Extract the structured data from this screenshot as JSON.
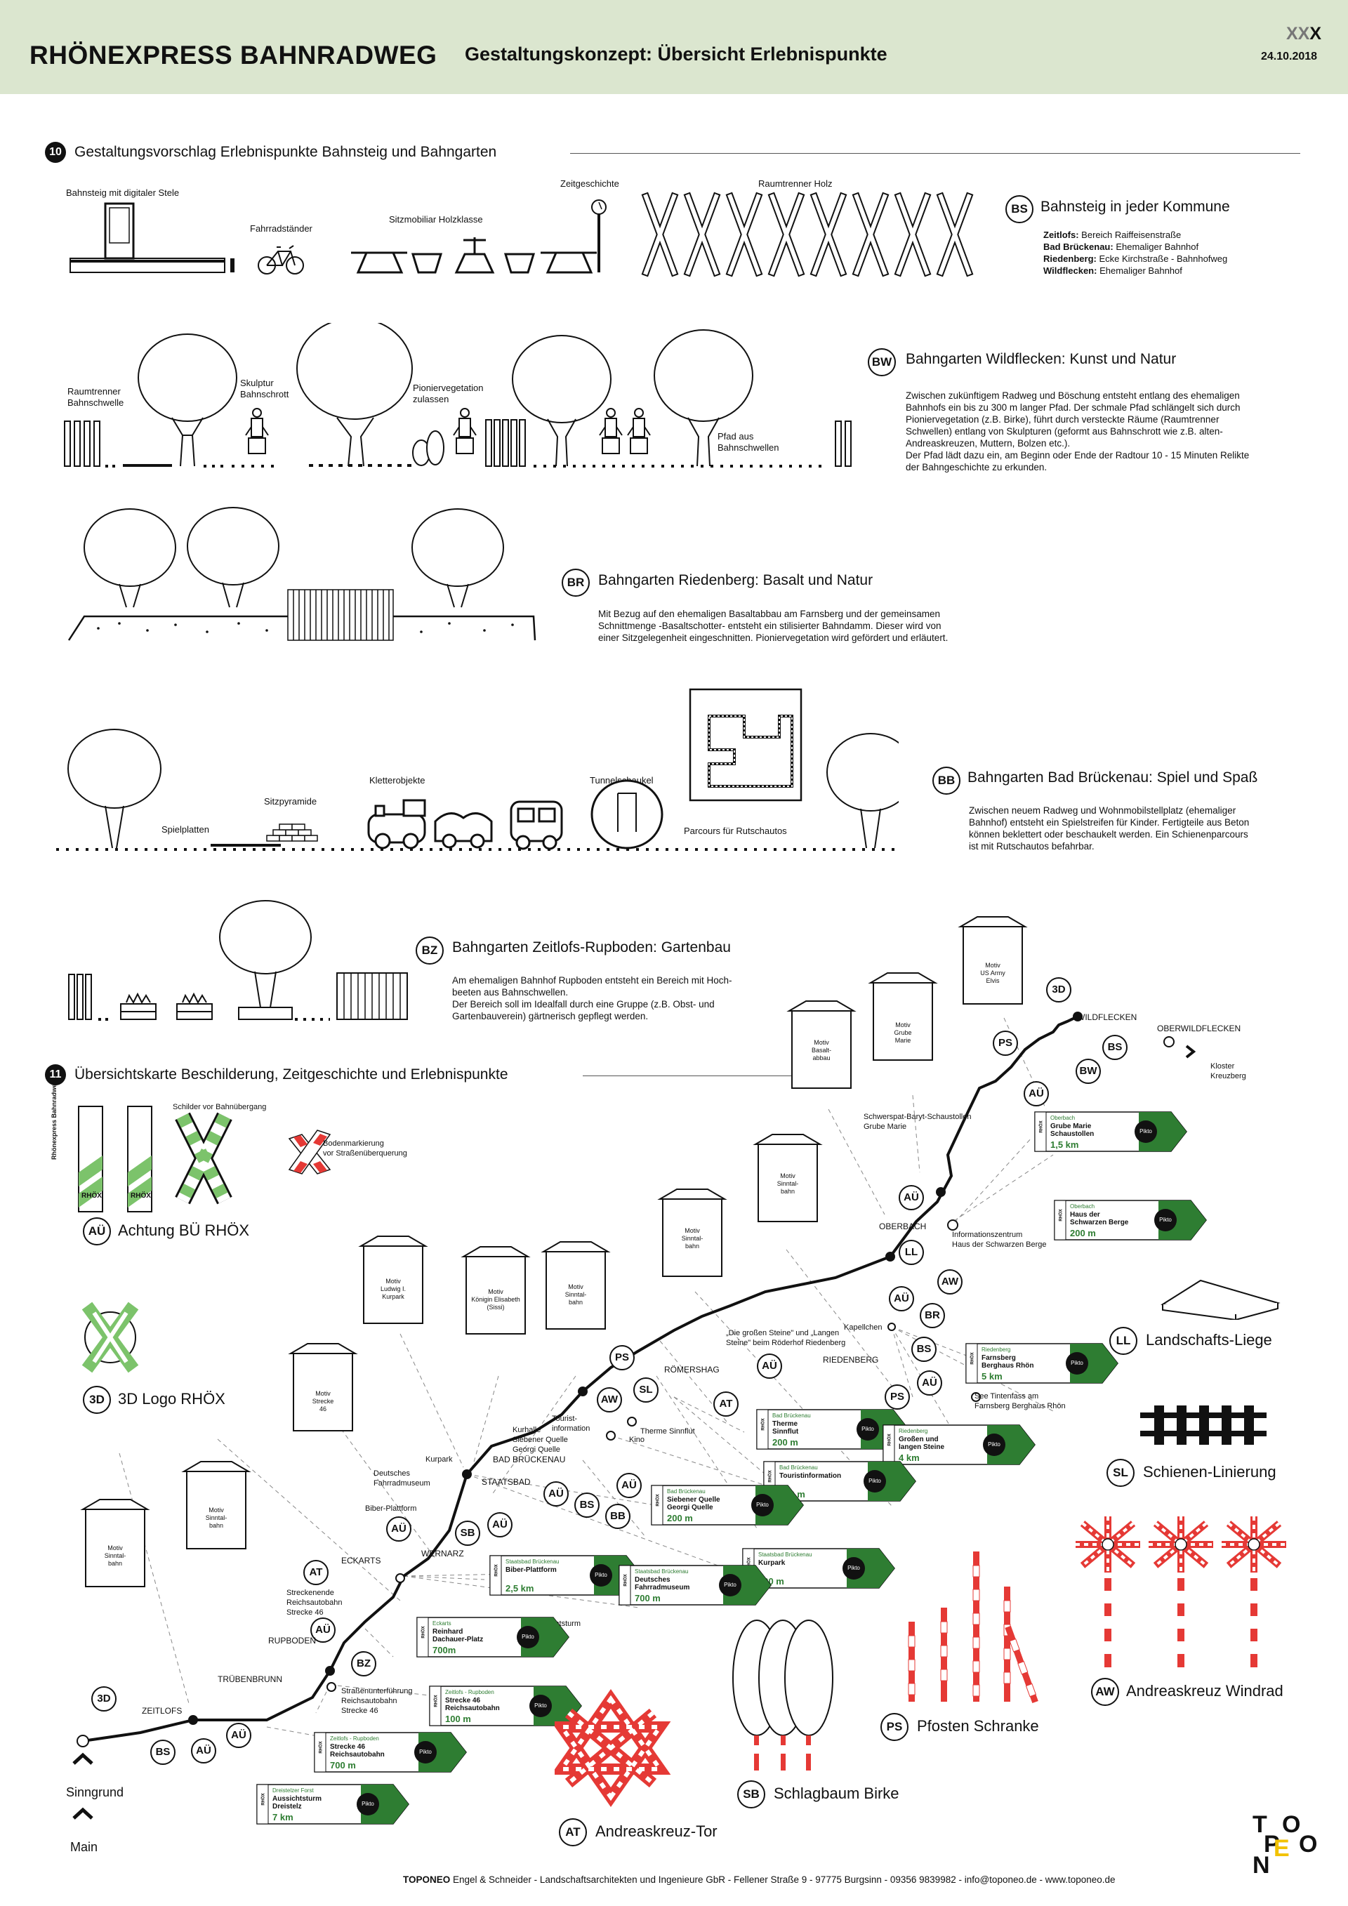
{
  "header": {
    "title": "RHÖNEXPRESS BAHNRADWEG",
    "subtitle": "Gestaltungskonzept: Übersicht Erlebnispunkte",
    "xxx_gray": "XX",
    "xxx_black": "X",
    "date": "24.10.2018"
  },
  "section10": {
    "number": "10",
    "title": "Gestaltungsvorschlag Erlebnispunkte Bahnsteig und Bahngarten",
    "labels": {
      "bahnsteig": "Bahnsteig mit digitaler Stele",
      "fahrrad": "Fahrradständer",
      "sitz": "Sitzmobiliar Holzklasse",
      "zeit": "Zeitgeschichte",
      "raum": "Raumtrenner Holz"
    },
    "bs": {
      "badge": "BS",
      "title": "Bahnsteig in jeder Kommune",
      "lines": [
        {
          "bold": "Zeitlofs:",
          "text": " Bereich Raiffeisenstraße"
        },
        {
          "bold": "Bad Brückenau:",
          "text": " Ehemaliger Bahnhof"
        },
        {
          "bold": "Riedenberg:",
          "text": " Ecke Kirchstraße - Bahnhofweg"
        },
        {
          "bold": "Wildflecken:",
          "text": " Ehemaliger Bahnhof"
        }
      ]
    },
    "bw": {
      "badge": "BW",
      "title": "Bahngarten Wildflecken: Kunst und Natur",
      "label_raum1": "Raumtrenner",
      "label_raum2": "Bahnschwelle",
      "label_skulptur1": "Skulptur",
      "label_skulptur2": "Bahnschrott",
      "label_pionier1": "Pioniervegetation",
      "label_pionier2": "zulassen",
      "label_pfad1": "Pfad aus",
      "label_pfad2": "Bahnschwellen",
      "text": [
        "Zwischen zukünftigem Radweg und Böschung entsteht entlang des ehemaligen",
        "Bahnhofs ein bis zu 300 m langer Pfad. Der schmale Pfad schlängelt sich durch",
        "Pioniervegetation (z.B. Birke), führt durch versteckte Räume (Raumtrenner",
        "Schwellen) entlang von Skulpturen (geformt aus Bahnschrott wie z.B. alten-",
        "Andreaskreuzen, Muttern, Bolzen etc.).",
        "Der Pfad lädt dazu ein, am Beginn oder Ende der Radtour 10 - 15 Minuten Relikte",
        "der Bahngeschichte zu erkunden."
      ]
    },
    "br": {
      "badge": "BR",
      "title": "Bahngarten Riedenberg: Basalt und Natur",
      "text": [
        "Mit Bezug auf den ehemaligen Basaltabbau am Farnsberg und der gemeinsamen",
        "Schnittmenge -Basaltschotter- entsteht ein stilisierter Bahndamm. Dieser wird von",
        "einer Sitzgelegenheit eingeschnitten. Pioniervegetation wird gefördert und erläutert."
      ]
    },
    "bb": {
      "badge": "BB",
      "title": "Bahngarten Bad Brückenau: Spiel und Spaß",
      "label_spielplatten": "Spielplatten",
      "label_sitzpyramide": "Sitzpyramide",
      "label_kletter": "Kletterobjekte",
      "label_tunnel": "Tunnelschaukel",
      "label_parcours": "Parcours für Rutschautos",
      "text": [
        "Zwischen neuem Radweg und Wohnmobilstellplatz (ehemaliger",
        "Bahnhof) entsteht ein Spielstreifen für Kinder. Fertigteile aus Beton",
        "können beklettert oder beschaukelt werden. Ein Schienenparcours",
        "ist mit Rutschautos befahrbar."
      ]
    },
    "bz": {
      "badge": "BZ",
      "title": "Bahngarten Zeitlofs-Rupboden: Gartenbau",
      "text": [
        "Am ehemaligen Bahnhof Rupboden entsteht ein Bereich mit Hoch-",
        "beeten aus Bahnschwellen.",
        "Der Bereich soll im Idealfall durch eine Gruppe (z.B. Obst- und",
        "Gartenbauverein) gärtnerisch gepflegt werden."
      ]
    }
  },
  "section11": {
    "number": "11",
    "title": "Übersichtskarte Beschilderung, Zeitgeschichte und Erlebnispunkte",
    "schilder_label": "Schilder vor Bahnübergang",
    "boden_label1": "Bodenmarkierung",
    "boden_label2": "vor Straßenüberquerung",
    "post_text1": "Rhönexpress",
    "post_text2": "Bahnradweg",
    "post_brand": "RHÖX",
    "legend": {
      "au": {
        "badge": "AÜ",
        "text": "Achtung BÜ RHÖX"
      },
      "d3": {
        "badge": "3D",
        "text": "3D Logo RHÖX"
      },
      "ll": {
        "badge": "LL",
        "text": "Landschafts-Liege"
      },
      "sl": {
        "badge": "SL",
        "text": "Schienen-Linierung"
      },
      "aw": {
        "badge": "AW",
        "text": "Andreaskreuz Windrad"
      },
      "ps": {
        "badge": "PS",
        "text": "Pfosten Schranke"
      },
      "sb": {
        "badge": "SB",
        "text": "Schlagbaum Birke"
      },
      "at": {
        "badge": "AT",
        "text": "Andreaskreuz-Tor"
      }
    },
    "places": {
      "wildflecken": "WILDFLECKEN",
      "oberwildflecken": "OBERWILDFLECKEN",
      "kloster1": "Kloster",
      "kloster2": "Kreuzberg",
      "schwerspat1": "Schwerspat-Baryt-Schaustollen",
      "schwerspat2": "Grube Marie",
      "oberbach": "OBERBACH",
      "info1": "Informationszentrum",
      "info2": "Haus der Schwarzen Berge",
      "steine1": "„Die großen Steine\" und „Langen",
      "steine2": "Steine\" beim Röderhof Riedenberg",
      "kapelle": "Kapellchen",
      "riedenberg": "RIEDENBERG",
      "tintenfass1": "See Tintenfass am",
      "tintenfass2": "Farnsberg Berghaus Rhön",
      "roemershag": "RÖMERSHAG",
      "tourist1": "Tourist-",
      "tourist2": "information",
      "kurhalle1": "Kurhalle",
      "kurhalle2": "Siebener Quelle",
      "kurhalle3": "Georgi Quelle",
      "kino": "Kino",
      "therme": "Therme Sinnflut",
      "badbrueckenau": "BAD BRÜCKENAU",
      "kurpark": "Kurpark",
      "museum1": "Deutsches",
      "museum2": "Fahrradmuseum",
      "staatsbad": "STAATSBAD",
      "biber": "Biber-Plattform",
      "wernarz": "WERNARZ",
      "eckarts": "ECKARTS",
      "strecke1": "Streckenende",
      "strecke2": "Reichsautobahn",
      "strecke3": "Strecke 46",
      "rupboden": "RUPBODEN",
      "truebenbrunn": "TRÜBENBRUNN",
      "zeitlofs": "ZEITLOFS",
      "strassen1": "Straßenunterführung",
      "strassen2": "Reichsautobahn",
      "strassen3": "Strecke 46",
      "aussicht1": "Aussichtsturm",
      "aussicht2": "Dreistelz",
      "sinngrund": "Sinngrund",
      "main": "Main"
    },
    "huts": [
      {
        "motiv": "Motiv",
        "name1": "US Army",
        "name2": "Elvis"
      },
      {
        "motiv": "Motiv",
        "name1": "Grube",
        "name2": "Marie"
      },
      {
        "motiv": "Motiv",
        "name1": "Basalt-",
        "name2": "abbau"
      },
      {
        "motiv": "Motiv",
        "name1": "Sinntal-",
        "name2": "bahn"
      },
      {
        "motiv": "Motiv",
        "name1": "Sinntal-",
        "name2": "bahn"
      },
      {
        "motiv": "Motiv",
        "name1": "Ludwig I.",
        "name2": "Kurpark"
      },
      {
        "motiv": "Motiv",
        "name1": "Königin Elisabeth",
        "name2": "(Sissi)"
      },
      {
        "motiv": "Motiv",
        "name1": "Sinntal-",
        "name2": "bahn"
      },
      {
        "motiv": "Motiv",
        "name1": "Strecke",
        "name2": "46"
      },
      {
        "motiv": "Motiv",
        "name1": "Sinntal-",
        "name2": "bahn"
      },
      {
        "motiv": "Motiv",
        "name1": "Sinntal-",
        "name2": "bahn"
      }
    ],
    "signs": [
      {
        "tag": "Oberbach",
        "l1": "Grube Marie",
        "l2": "Schaustollen",
        "dist": "1,5 km"
      },
      {
        "tag": "Oberbach",
        "l1": "Haus der",
        "l2": "Schwarzen Berge",
        "dist": "200 m"
      },
      {
        "tag": "Riedenberg",
        "l1": "Farnsberg",
        "l2": "Berghaus Rhön",
        "dist": "5 km"
      },
      {
        "tag": "Bad Brückenau",
        "l1": "Therme",
        "l2": "Sinnflut",
        "dist": "200 m"
      },
      {
        "tag": "Riedenberg",
        "l1": "Großen und",
        "l2": "langen Steine",
        "dist": "4 km"
      },
      {
        "tag": "Bad Brückenau",
        "l1": "Touristinformation",
        "l2": "",
        "dist": "200 m"
      },
      {
        "tag": "Bad Brückenau",
        "l1": "Siebener Quelle",
        "l2": "Georgi Quelle",
        "dist": "200 m"
      },
      {
        "tag": "Staatsbad Brückenau",
        "l1": "Kurpark",
        "l2": "",
        "dist": "400 m"
      },
      {
        "tag": "Staatsbad Brückenau",
        "l1": "Biber-Plattform",
        "l2": "",
        "dist": "2,5 km"
      },
      {
        "tag": "Staatsbad Brückenau",
        "l1": "Deutsches",
        "l2": "Fahrradmuseum",
        "dist": "700 m"
      },
      {
        "tag": "Eckarts",
        "l1": "Reinhard",
        "l2": "Dachauer-Platz",
        "dist": "700m"
      },
      {
        "tag": "Zeitlofs - Rupboden",
        "l1": "Strecke 46",
        "l2": "Reichsautobahn",
        "dist": "100 m"
      },
      {
        "tag": "Zeitlofs - Rupboden",
        "l1": "Strecke 46",
        "l2": "Reichsautobahn",
        "dist": "700 m"
      },
      {
        "tag": "Dreistelzer Forst",
        "l1": "Aussichtsturm",
        "l2": "Dreistelz",
        "dist": "7 km"
      }
    ],
    "pikto": "Pikto",
    "rhoex_small": "RHÖX"
  },
  "footer": {
    "company": "TOPONEO",
    "text": " Engel & Schneider - Landschaftsarchitekten und Ingenieure GbR - Fellener Straße 9 - 97775 Burgsinn - 09356 9839982 - info@toponeo.de - www.toponeo.de"
  },
  "logo": {
    "l1": "T",
    "l2": "P",
    "l3": "O",
    "l4": "N",
    "l5": "E",
    "l6": "O"
  },
  "colors": {
    "header_bg": "#dbe6cf",
    "green": "#2e7d32",
    "light_green": "#7cc36b",
    "red": "#e53935"
  }
}
